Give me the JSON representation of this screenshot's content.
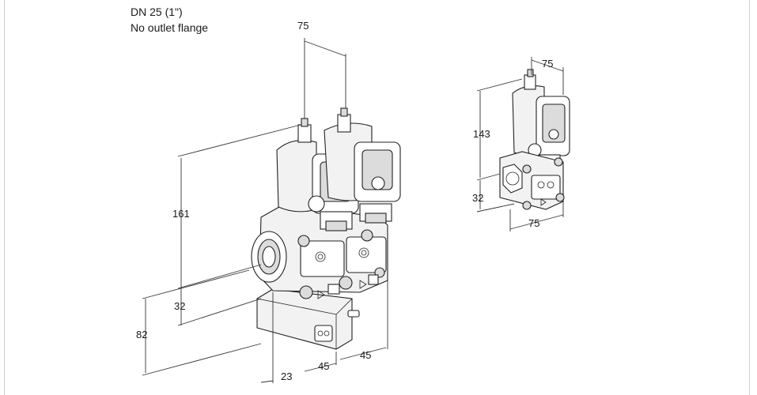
{
  "captions": {
    "size": "DN 25 (1\")",
    "note": "No outlet flange"
  },
  "main_view": {
    "dims": {
      "top_width": "75",
      "height": "161",
      "lower_height": "32",
      "base_height": "82",
      "bottom_a": "23",
      "bottom_b": "45",
      "bottom_c": "45"
    }
  },
  "side_view": {
    "dims": {
      "top_width": "75",
      "height": "143",
      "lower_height": "32",
      "bottom_width": "75"
    }
  }
}
